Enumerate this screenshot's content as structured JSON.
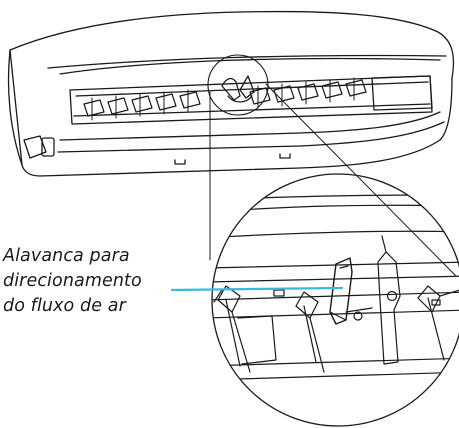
{
  "callout": {
    "lines": [
      "Alavanca para",
      "direcionamento",
      "do fluxo de ar"
    ]
  },
  "colors": {
    "line": "#1a1a1a",
    "leader": "#3fb6e0",
    "background": "#ffffff"
  }
}
